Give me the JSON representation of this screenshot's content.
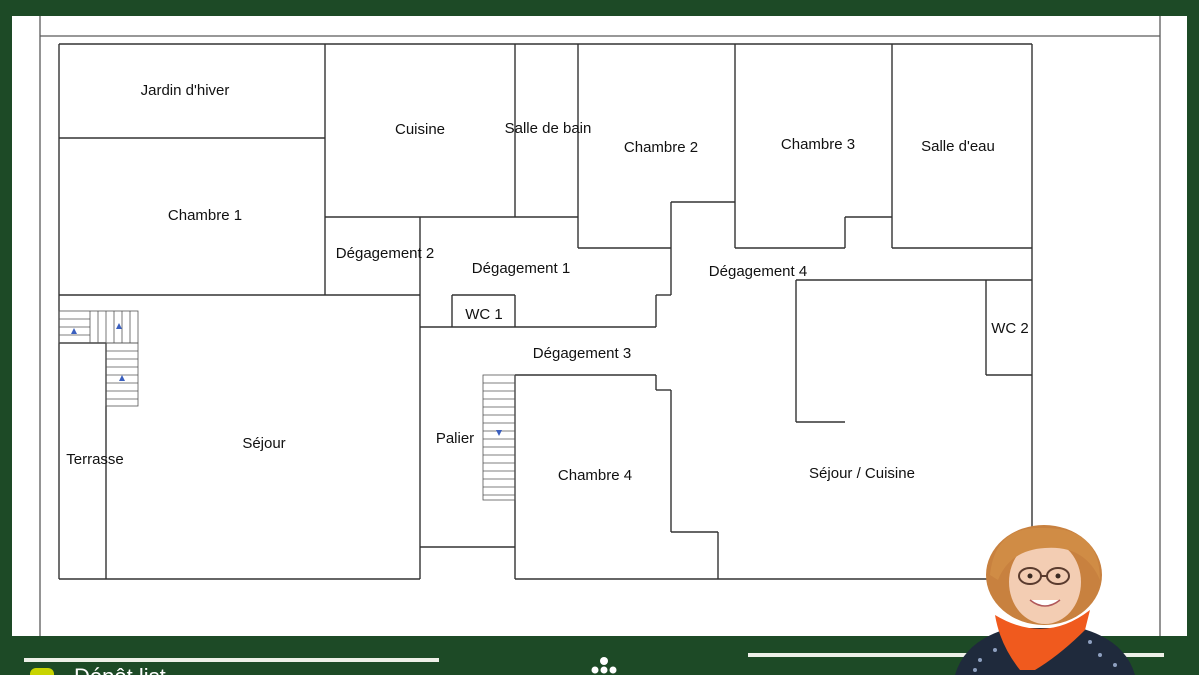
{
  "header": {
    "title": ""
  },
  "plan": {
    "rooms": [
      {
        "id": "jardin-d-hiver",
        "label": "Jardin d'hiver"
      },
      {
        "id": "cuisine",
        "label": "Cuisine"
      },
      {
        "id": "salle-de-bain",
        "label": "Salle de bain"
      },
      {
        "id": "chambre-2",
        "label": "Chambre 2"
      },
      {
        "id": "chambre-3",
        "label": "Chambre 3"
      },
      {
        "id": "salle-d-eau",
        "label": "Salle d'eau"
      },
      {
        "id": "chambre-1",
        "label": "Chambre 1"
      },
      {
        "id": "degagement-2",
        "label": "Dégagement 2"
      },
      {
        "id": "degagement-1",
        "label": "Dégagement 1"
      },
      {
        "id": "degagement-4",
        "label": "Dégagement 4"
      },
      {
        "id": "wc-1",
        "label": "WC 1"
      },
      {
        "id": "wc-2",
        "label": "WC 2"
      },
      {
        "id": "degagement-3",
        "label": "Dégagement 3"
      },
      {
        "id": "palier",
        "label": "Palier"
      },
      {
        "id": "terrasse",
        "label": "Terrasse"
      },
      {
        "id": "sejour",
        "label": "Séjour"
      },
      {
        "id": "chambre-4",
        "label": "Chambre 4"
      },
      {
        "id": "sejour-cuisine",
        "label": "Séjour / Cuisine"
      }
    ]
  },
  "footer": {
    "brand_name": "Dépôt list",
    "icons": {
      "brand": "brand-logo-icon",
      "center": "network-logo-icon"
    },
    "colors": {
      "background": "#1d4a26",
      "accent": "#c8d400",
      "sheet": "#ffffff"
    }
  }
}
